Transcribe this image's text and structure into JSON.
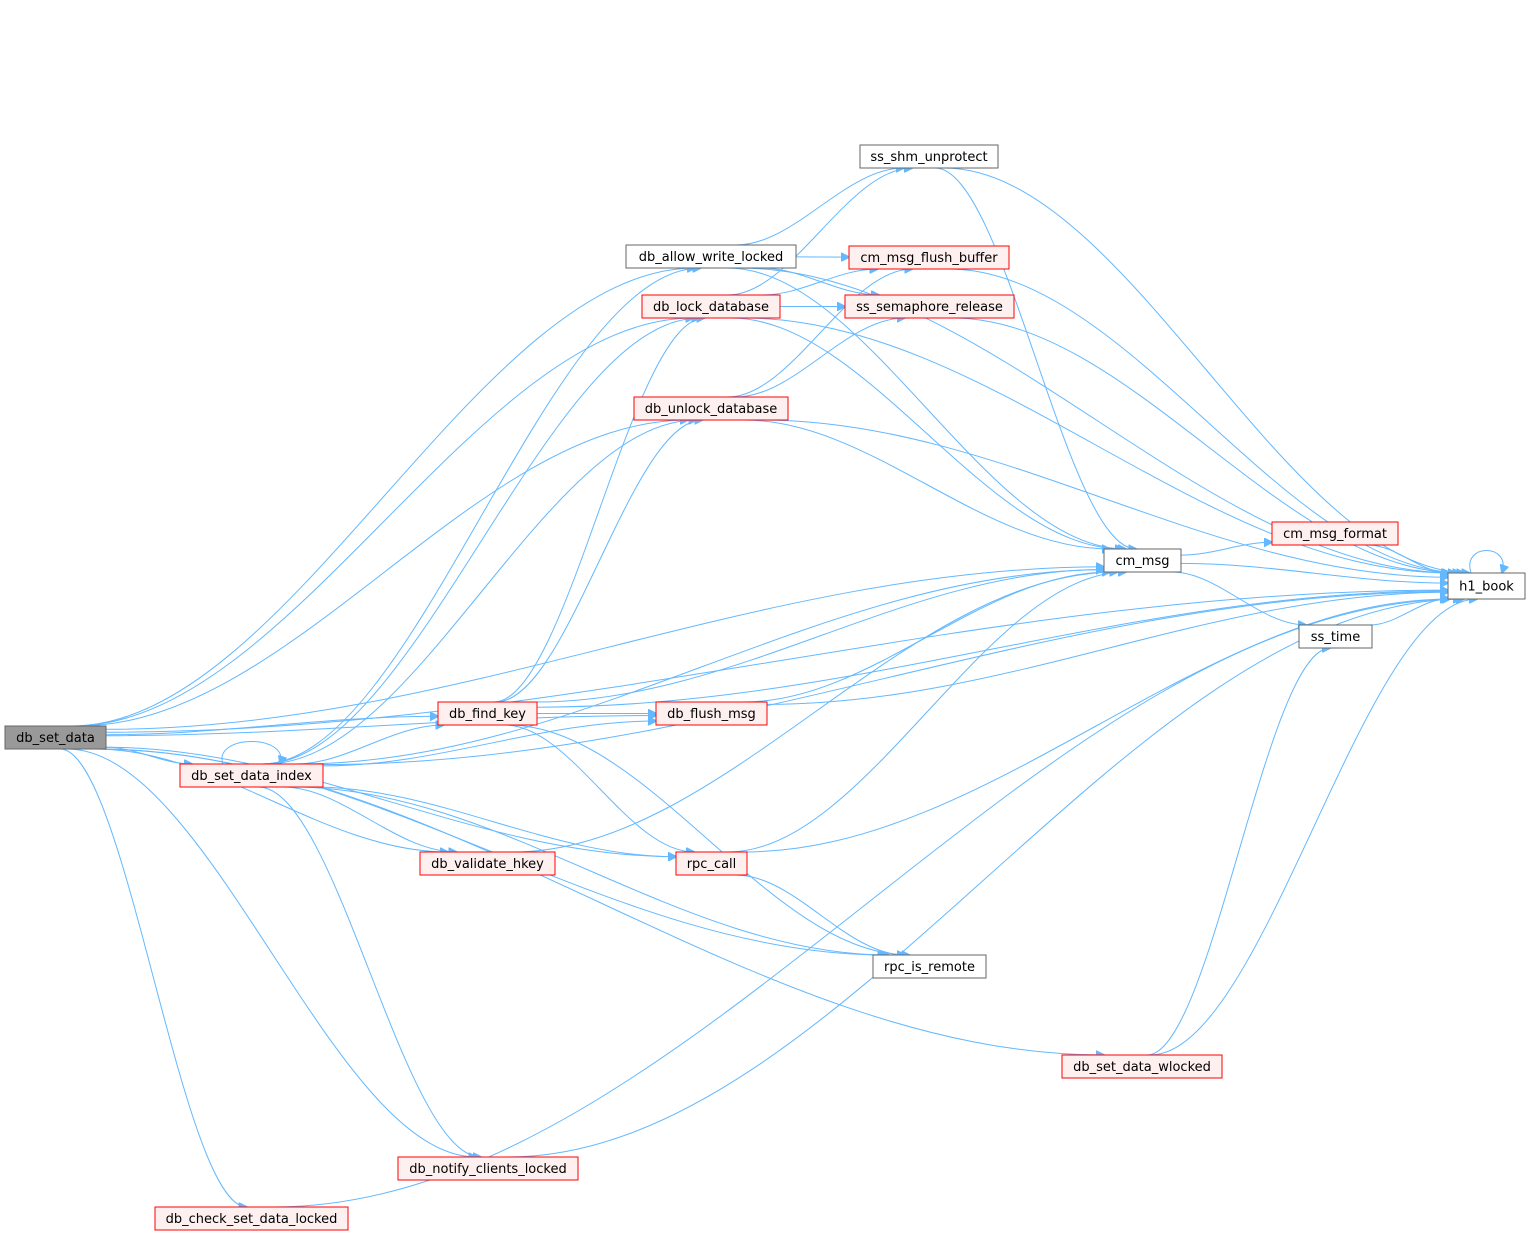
{
  "colors": {
    "edge": "#63b8ff",
    "root_fill": "#999999",
    "root_border": "#666666",
    "documented_border": "#666666",
    "undocumented_border": "#ff0000",
    "undocumented_fill": "#fff0f0",
    "plain_fill": "#ffffff"
  },
  "nodes": {
    "db_set_data": {
      "label": "db_set_data",
      "style": "root"
    },
    "db_set_data_index": {
      "label": "db_set_data_index",
      "style": "red"
    },
    "db_check_set_data_locked": {
      "label": "db_check_set_data_locked",
      "style": "red"
    },
    "db_notify_clients_locked": {
      "label": "db_notify_clients_locked",
      "style": "red"
    },
    "db_find_key": {
      "label": "db_find_key",
      "style": "red"
    },
    "db_validate_hkey": {
      "label": "db_validate_hkey",
      "style": "red"
    },
    "db_allow_write_locked": {
      "label": "db_allow_write_locked",
      "style": "plain"
    },
    "db_lock_database": {
      "label": "db_lock_database",
      "style": "red"
    },
    "db_unlock_database": {
      "label": "db_unlock_database",
      "style": "red"
    },
    "db_flush_msg": {
      "label": "db_flush_msg",
      "style": "red"
    },
    "rpc_call": {
      "label": "rpc_call",
      "style": "red"
    },
    "ss_shm_unprotect": {
      "label": "ss_shm_unprotect",
      "style": "plain"
    },
    "cm_msg_flush_buffer": {
      "label": "cm_msg_flush_buffer",
      "style": "red"
    },
    "ss_semaphore_release": {
      "label": "ss_semaphore_release",
      "style": "red"
    },
    "rpc_is_remote": {
      "label": "rpc_is_remote",
      "style": "plain"
    },
    "db_set_data_wlocked": {
      "label": "db_set_data_wlocked",
      "style": "red"
    },
    "cm_msg": {
      "label": "cm_msg",
      "style": "plain"
    },
    "cm_msg_format": {
      "label": "cm_msg_format",
      "style": "red"
    },
    "ss_time": {
      "label": "ss_time",
      "style": "plain"
    },
    "h1_book": {
      "label": "h1_book",
      "style": "plain"
    }
  },
  "edges": [
    [
      "db_set_data",
      "h1_book"
    ],
    [
      "db_set_data",
      "db_allow_write_locked"
    ],
    [
      "db_set_data",
      "db_lock_database"
    ],
    [
      "db_set_data",
      "db_unlock_database"
    ],
    [
      "db_set_data",
      "cm_msg"
    ],
    [
      "db_set_data",
      "db_flush_msg"
    ],
    [
      "db_set_data",
      "db_find_key"
    ],
    [
      "db_set_data",
      "db_set_data_index"
    ],
    [
      "db_set_data",
      "db_validate_hkey"
    ],
    [
      "db_set_data",
      "rpc_call"
    ],
    [
      "db_set_data",
      "rpc_is_remote"
    ],
    [
      "db_set_data",
      "db_set_data_wlocked"
    ],
    [
      "db_set_data",
      "db_notify_clients_locked"
    ],
    [
      "db_set_data",
      "db_check_set_data_locked"
    ],
    [
      "db_set_data_index",
      "db_set_data_index"
    ],
    [
      "db_set_data_index",
      "db_allow_write_locked"
    ],
    [
      "db_set_data_index",
      "db_lock_database"
    ],
    [
      "db_set_data_index",
      "db_unlock_database"
    ],
    [
      "db_set_data_index",
      "cm_msg"
    ],
    [
      "db_set_data_index",
      "db_find_key"
    ],
    [
      "db_set_data_index",
      "db_flush_msg"
    ],
    [
      "db_set_data_index",
      "db_validate_hkey"
    ],
    [
      "db_set_data_index",
      "rpc_call"
    ],
    [
      "db_set_data_index",
      "rpc_is_remote"
    ],
    [
      "db_set_data_index",
      "h1_book"
    ],
    [
      "db_set_data_index",
      "db_notify_clients_locked"
    ],
    [
      "db_find_key",
      "db_lock_database"
    ],
    [
      "db_find_key",
      "db_unlock_database"
    ],
    [
      "db_find_key",
      "cm_msg"
    ],
    [
      "db_find_key",
      "db_flush_msg"
    ],
    [
      "db_find_key",
      "rpc_call"
    ],
    [
      "db_find_key",
      "rpc_is_remote"
    ],
    [
      "db_find_key",
      "h1_book"
    ],
    [
      "db_validate_hkey",
      "cm_msg"
    ],
    [
      "db_allow_write_locked",
      "ss_shm_unprotect"
    ],
    [
      "db_allow_write_locked",
      "cm_msg_flush_buffer"
    ],
    [
      "db_allow_write_locked",
      "ss_semaphore_release"
    ],
    [
      "db_allow_write_locked",
      "cm_msg"
    ],
    [
      "db_allow_write_locked",
      "h1_book"
    ],
    [
      "db_lock_database",
      "ss_shm_unprotect"
    ],
    [
      "db_lock_database",
      "cm_msg_flush_buffer"
    ],
    [
      "db_lock_database",
      "ss_semaphore_release"
    ],
    [
      "db_lock_database",
      "cm_msg"
    ],
    [
      "db_lock_database",
      "h1_book"
    ],
    [
      "db_unlock_database",
      "cm_msg_flush_buffer"
    ],
    [
      "db_unlock_database",
      "ss_semaphore_release"
    ],
    [
      "db_unlock_database",
      "cm_msg"
    ],
    [
      "db_unlock_database",
      "h1_book"
    ],
    [
      "db_flush_msg",
      "cm_msg"
    ],
    [
      "db_flush_msg",
      "h1_book"
    ],
    [
      "rpc_call",
      "cm_msg"
    ],
    [
      "rpc_call",
      "rpc_is_remote"
    ],
    [
      "rpc_call",
      "h1_book"
    ],
    [
      "ss_shm_unprotect",
      "cm_msg"
    ],
    [
      "ss_shm_unprotect",
      "h1_book"
    ],
    [
      "cm_msg_flush_buffer",
      "h1_book"
    ],
    [
      "ss_semaphore_release",
      "h1_book"
    ],
    [
      "db_set_data_wlocked",
      "ss_time"
    ],
    [
      "db_set_data_wlocked",
      "h1_book"
    ],
    [
      "db_notify_clients_locked",
      "h1_book"
    ],
    [
      "db_check_set_data_locked",
      "h1_book"
    ],
    [
      "cm_msg",
      "cm_msg_format"
    ],
    [
      "cm_msg",
      "h1_book"
    ],
    [
      "cm_msg",
      "ss_time"
    ],
    [
      "cm_msg_format",
      "h1_book"
    ],
    [
      "ss_time",
      "h1_book"
    ],
    [
      "h1_book",
      "h1_book"
    ]
  ]
}
